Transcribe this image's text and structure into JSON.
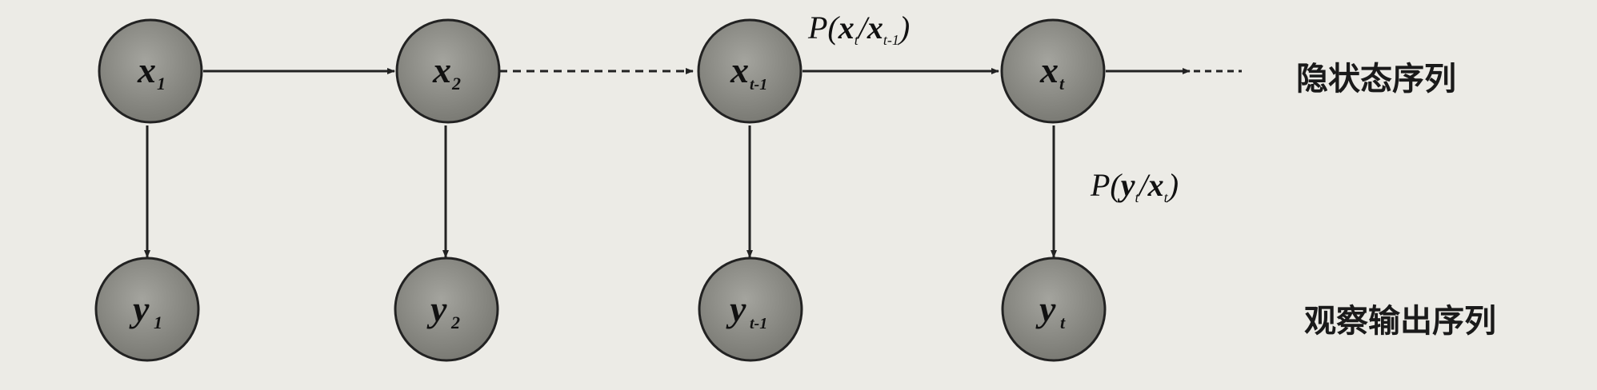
{
  "diagram": {
    "hidden_nodes": [
      {
        "id": "x1",
        "main": "x",
        "sub": "1"
      },
      {
        "id": "x2",
        "main": "x",
        "sub": "2"
      },
      {
        "id": "xt-1",
        "main": "x",
        "sub": "t-1"
      },
      {
        "id": "xt",
        "main": "x",
        "sub": "t"
      }
    ],
    "observed_nodes": [
      {
        "id": "y1",
        "main": "y",
        "sub": "1"
      },
      {
        "id": "y2",
        "main": "y",
        "sub": "2"
      },
      {
        "id": "yt-1",
        "main": "y",
        "sub": "t-1"
      },
      {
        "id": "yt",
        "main": "y",
        "sub": "t"
      }
    ],
    "transition_label": {
      "prefix": "P(",
      "a": "x",
      "a_sub": "t",
      "sep": "/",
      "b": "x",
      "b_sub": "t-1",
      "suffix": ")"
    },
    "emission_label": {
      "prefix": "P(",
      "a": "y",
      "a_sub": "t",
      "sep": "/",
      "b": "x",
      "b_sub": "t",
      "suffix": ")"
    },
    "row_labels": {
      "hidden": "隐状态序列",
      "observed": "观察输出序列"
    },
    "colors": {
      "node_fill": "#8e8e88",
      "node_stroke": "#222222",
      "edge": "#222222"
    }
  }
}
